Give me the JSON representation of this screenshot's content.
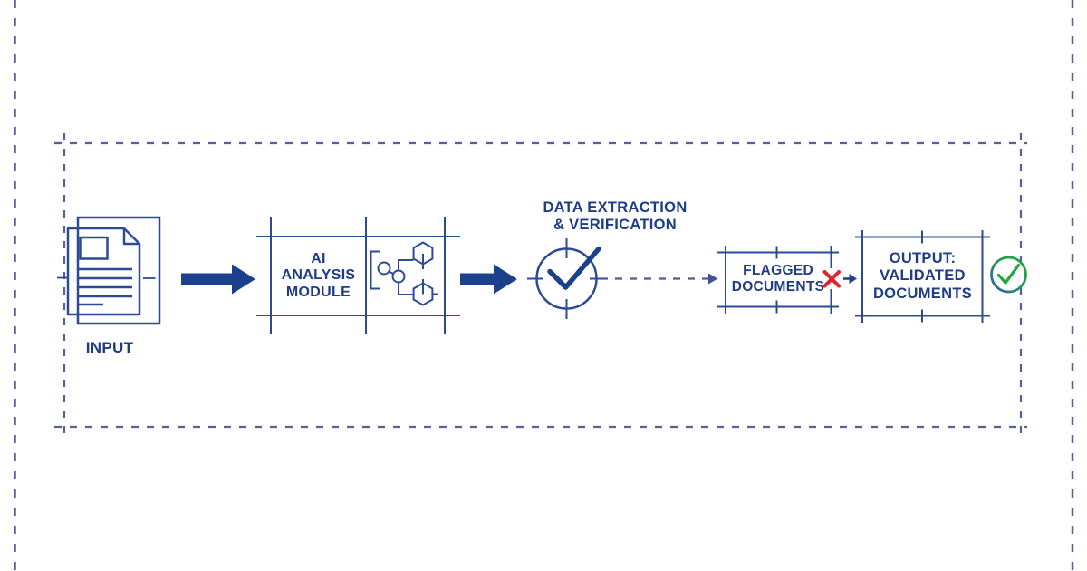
{
  "colors": {
    "navy_text": "#1f3c87",
    "arrow_navy": "#1c418c",
    "line_blue": "#2c4b94",
    "dashed_blue": "#53619b",
    "flag_red": "#e2242e",
    "check_green": "#23a83f",
    "check_circle_blue": "#2d5fa8",
    "background": "#ffffff"
  },
  "diagram": {
    "title": "Document validation AI pipeline flowchart",
    "nodes": {
      "input": {
        "label": "INPUT",
        "icon": "stacked-documents"
      },
      "ai_module": {
        "label_lines": [
          "AI",
          "ANALYSIS",
          "MODULE"
        ],
        "icon": "network-hexagons"
      },
      "extraction": {
        "label_lines": [
          "DATA EXTRACTION",
          "& VERIFICATION"
        ],
        "icon": "clock-checkmark"
      },
      "flagged": {
        "label_lines": [
          "FLAGGED",
          "DOCUMENTS"
        ],
        "status_icon": "red-x"
      },
      "output": {
        "label_lines": [
          "OUTPUT:",
          "VALIDATED",
          "DOCUMENTS"
        ],
        "status_icon": "green-check-circle"
      }
    },
    "flow_order": [
      "input",
      "ai_module",
      "extraction",
      "flagged",
      "output"
    ],
    "connectors": [
      "solid-arrow",
      "solid-arrow",
      "dashed-arrow",
      "small-arrow"
    ]
  }
}
